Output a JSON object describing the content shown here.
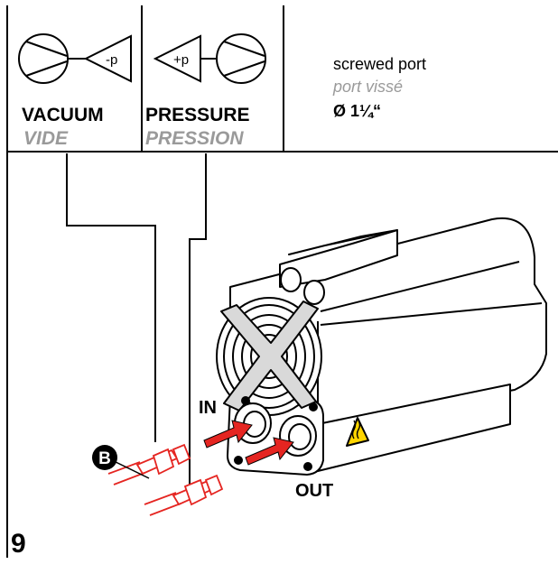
{
  "legend": {
    "vacuum": {
      "label": "VACUUM",
      "label_fr": "VIDE",
      "symbol_text": "-p"
    },
    "pressure": {
      "label": "PRESSURE",
      "label_fr": "PRESSION",
      "symbol_text": "+p"
    },
    "port": {
      "line1": "screwed port",
      "line2": "port vissé",
      "line3": "Ø 1¼“"
    }
  },
  "diagram": {
    "in_label": "IN",
    "out_label": "OUT",
    "callout": "B",
    "step_number": "9"
  },
  "colors": {
    "accent_red": "#e52521",
    "line": "#000000",
    "muted": "#9a9a9a",
    "warning_yellow": "#ffd500"
  },
  "icons": [
    "vacuum-pump-symbol-icon",
    "pressure-pump-symbol-icon",
    "hot-surface-warning-icon",
    "flow-arrow-icon"
  ]
}
